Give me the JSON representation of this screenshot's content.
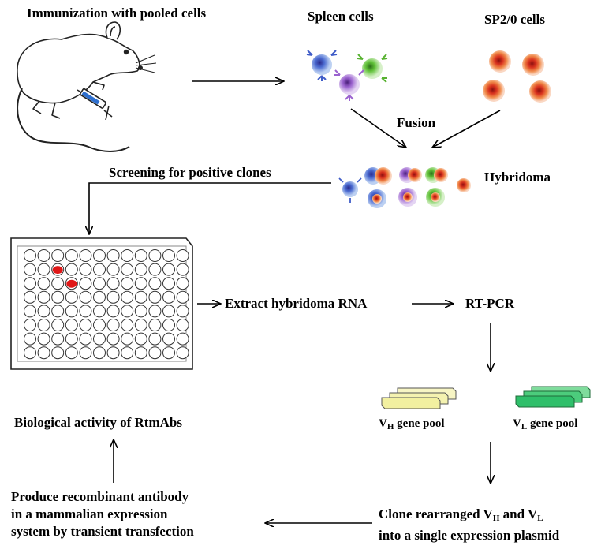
{
  "labels": {
    "immunization": "Immunization with pooled cells",
    "spleen": "Spleen cells",
    "sp2": "SP2/0 cells",
    "fusion": "Fusion",
    "hybridoma": "Hybridoma",
    "screening": "Screening for positive clones",
    "extract": "Extract hybridoma RNA",
    "rtpcr": "RT-PCR",
    "vh_v": "V",
    "vh_sub": "H",
    "vh_rest": " gene pool",
    "vl_v": "V",
    "vl_sub": "L",
    "vl_rest": " gene pool",
    "bio": "Biological activity of RtmAbs",
    "produce_1": "Produce recombinant antibody",
    "produce_2": "in a mammalian expression",
    "produce_3": "system by transient transfection",
    "clone_1a": "Clone rearranged V",
    "clone_1b": "H",
    "clone_1c": " and V",
    "clone_1d": "L",
    "clone_2": "into a single expression plasmid"
  },
  "colors": {
    "vh_fill": "#f2f0a0",
    "vl_fill": "#2fbf6a",
    "positive_well": "#e01818"
  },
  "plate": {
    "rows": 8,
    "cols": 12,
    "positive_wells": [
      [
        1,
        1
      ],
      [
        2,
        2
      ]
    ]
  }
}
